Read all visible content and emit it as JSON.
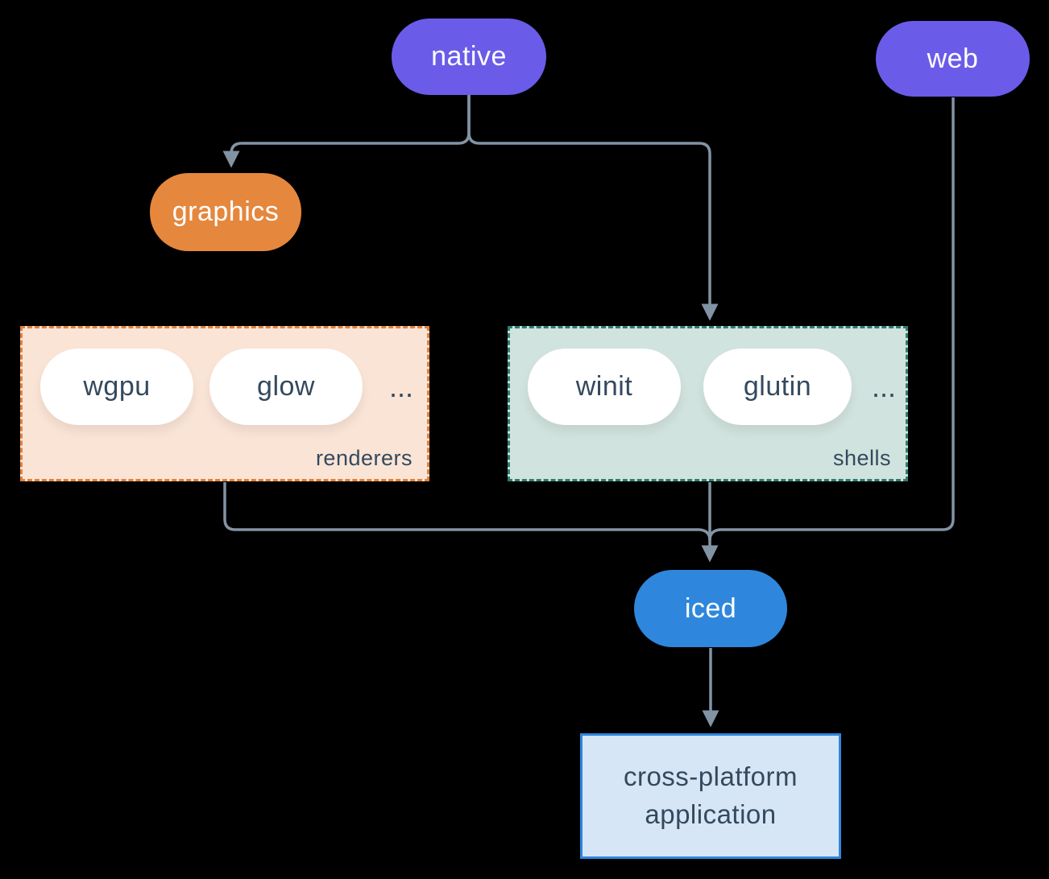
{
  "colors": {
    "bg": "#000000",
    "purple": "#6a5ce8",
    "orange": "#e5873d",
    "blue": "#2e87dc",
    "arrow": "#8293a4",
    "dark-text": "#34495e",
    "white": "#ffffff",
    "renderers-fill": "#fae4d6",
    "renderers-border": "#e0813c",
    "shells-fill": "#d1e3de",
    "shells-border": "#2e7d6e",
    "app-fill": "#d6e6f6",
    "app-border": "#2e86de"
  },
  "nodes": {
    "native": {
      "label": "native"
    },
    "web": {
      "label": "web"
    },
    "graphics": {
      "label": "graphics"
    },
    "iced": {
      "label": "iced"
    },
    "application": {
      "line1": "cross-platform",
      "line2": "application"
    }
  },
  "groups": {
    "renderers": {
      "label": "renderers",
      "items": [
        "wgpu",
        "glow"
      ],
      "ellipsis": "..."
    },
    "shells": {
      "label": "shells",
      "items": [
        "winit",
        "glutin"
      ],
      "ellipsis": "..."
    }
  }
}
